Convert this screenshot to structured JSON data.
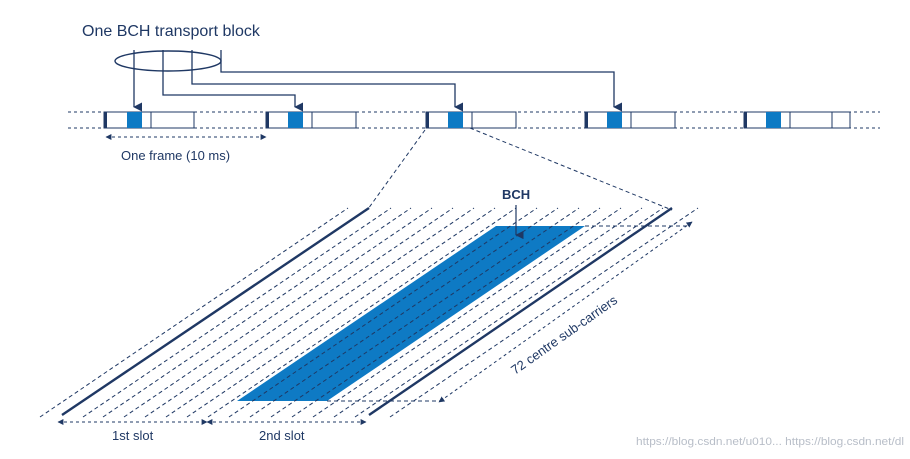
{
  "labels": {
    "transport_block": "One BCH transport block",
    "frame": "One frame (10 ms)",
    "bch": "BCH",
    "subcarriers": "72 centre sub-carriers",
    "slot1": "1st slot",
    "slot2": "2nd slot"
  },
  "watermark": "https://blog.csdn.net/u010... https://blog.csdn.net/dl",
  "colors": {
    "line": "#1f3864",
    "bch_fill": "#0e7ac4",
    "background": "#ffffff",
    "watermark": "#b8bec8"
  }
}
